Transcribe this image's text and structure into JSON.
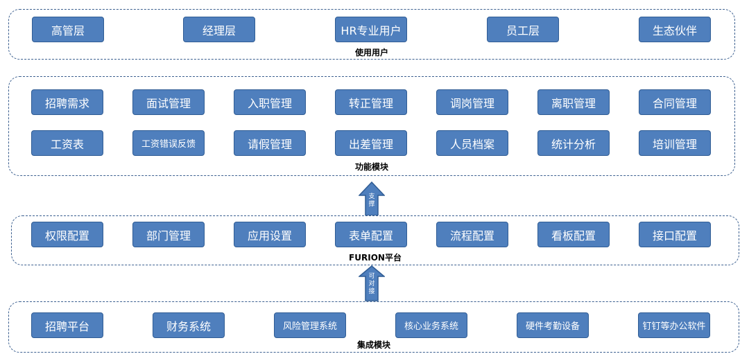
{
  "layers": {
    "users": {
      "title": "使用用户",
      "items": [
        "高管层",
        "经理层",
        "HR专业用户",
        "员工层",
        "生态伙伴"
      ]
    },
    "functions": {
      "title": "功能模块",
      "row1": [
        "招聘需求",
        "面试管理",
        "入职管理",
        "转正管理",
        "调岗管理",
        "离职管理",
        "合同管理"
      ],
      "row2": [
        "工资表",
        "工资错误反馈",
        "请假管理",
        "出差管理",
        "人员档案",
        "统计分析",
        "培训管理"
      ]
    },
    "platform": {
      "title": "FURION平台",
      "items": [
        "权限配置",
        "部门管理",
        "应用设置",
        "表单配置",
        "流程配置",
        "看板配置",
        "接口配置"
      ]
    },
    "integration": {
      "title": "集成模块",
      "items": [
        "招聘平台",
        "财务系统",
        "风险管理系统",
        "核心业务系统",
        "硬件考勤设备",
        "钉钉等办公软件"
      ]
    }
  },
  "arrows": {
    "support": [
      "支",
      "撑"
    ],
    "connect": [
      "可",
      "对",
      "接"
    ]
  }
}
